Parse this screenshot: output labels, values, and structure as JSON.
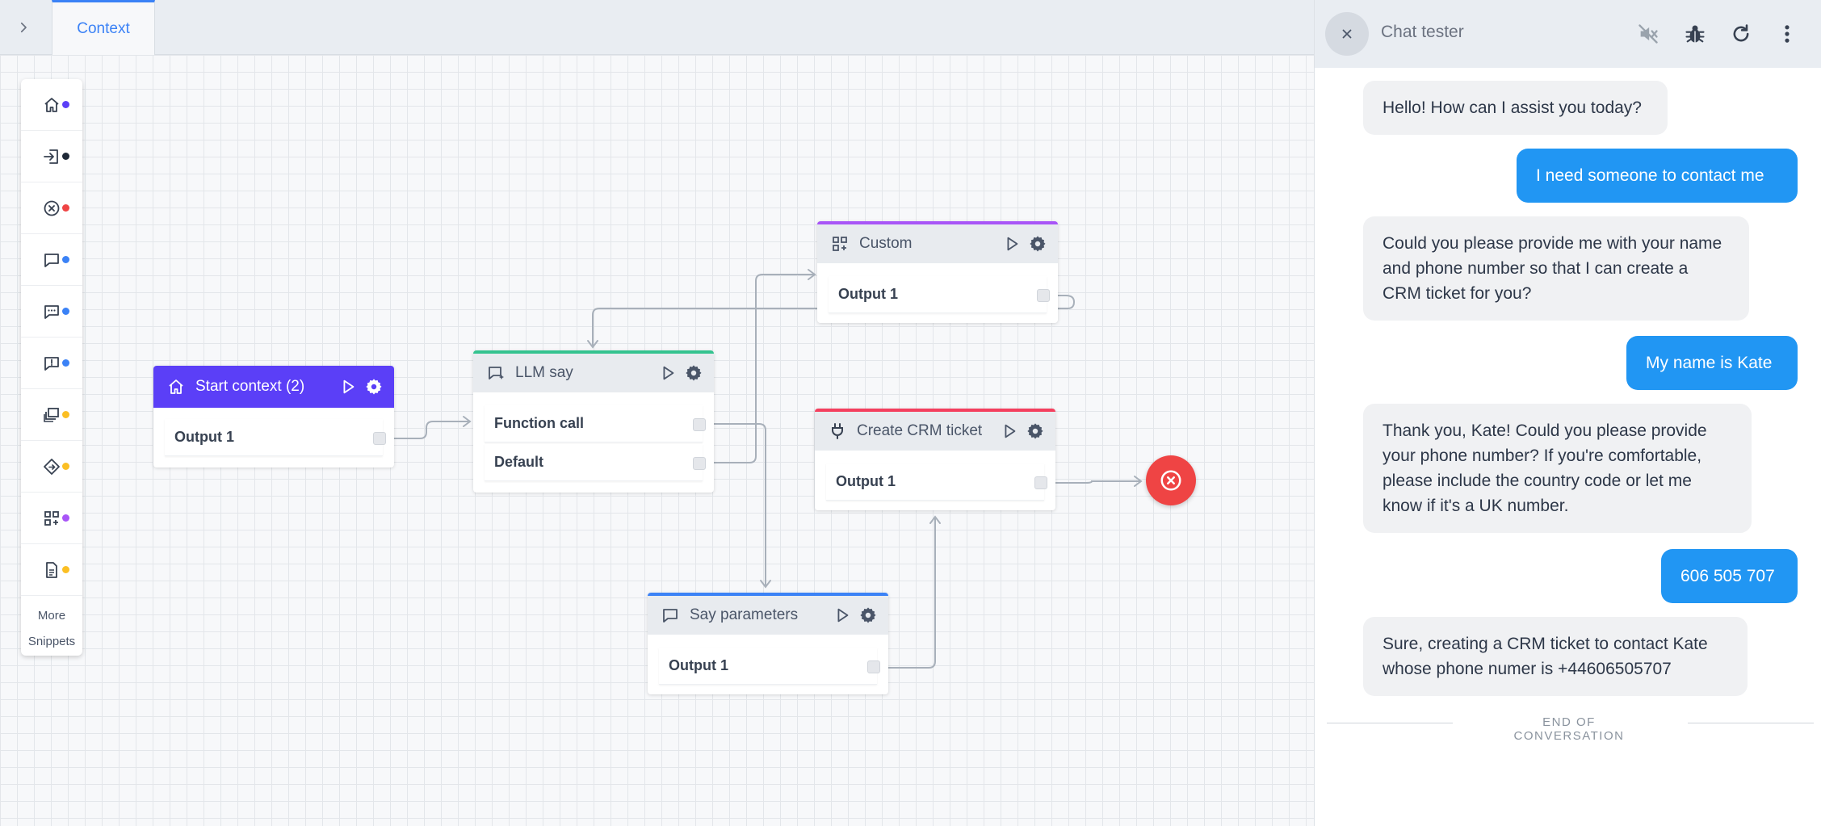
{
  "editor": {
    "tab_label": "Context",
    "palette_more": "More",
    "palette_snippets": "Snippets",
    "palette_items": [
      {
        "icon": "home-icon",
        "color": "#5b3ff7"
      },
      {
        "icon": "login-icon",
        "color": "#1f2937"
      },
      {
        "icon": "close-circle-icon",
        "color": "#ef4444"
      },
      {
        "icon": "chat-bubble-icon",
        "color": "#3b82f6"
      },
      {
        "icon": "chat-dots-icon",
        "color": "#3b82f6"
      },
      {
        "icon": "chat-alert-icon",
        "color": "#3b82f6"
      },
      {
        "icon": "library-icon",
        "color": "#fbbf24"
      },
      {
        "icon": "diamond-icon",
        "color": "#fbbf24"
      },
      {
        "icon": "grid-plus-icon",
        "color": "#a855f7"
      },
      {
        "icon": "document-icon",
        "color": "#fbbf24"
      }
    ]
  },
  "nodes": {
    "start": {
      "title": "Start context (2)",
      "output": "Output 1",
      "color": "#5b3ff7"
    },
    "llm_say": {
      "title": "LLM say",
      "output1": "Function call",
      "output2": "Default",
      "color": "#34c38f"
    },
    "custom": {
      "title": "Custom",
      "output": "Output 1",
      "color": "#a855f7"
    },
    "crm": {
      "title": "Create CRM ticket",
      "output": "Output 1",
      "color": "#f43f5e"
    },
    "say_params": {
      "title": "Say parameters",
      "output": "Output 1",
      "color": "#3b82f6"
    }
  },
  "chat": {
    "title": "Chat tester",
    "end_label": "END OF CONVERSATION",
    "messages": [
      {
        "role": "bot",
        "text": "Hello! How can I assist you today?"
      },
      {
        "role": "user",
        "text": "I need someone to contact me"
      },
      {
        "role": "bot",
        "text": "Could you please provide me with your name and phone number so that I can create a CRM ticket for you?"
      },
      {
        "role": "user",
        "text": "My name is Kate"
      },
      {
        "role": "bot",
        "text": "Thank you, Kate! Could you please provide your phone number? If you're comfortable, please include the country code or let me know if it's a UK number."
      },
      {
        "role": "user",
        "text": "606 505 707"
      },
      {
        "role": "bot",
        "text": "Sure, creating a CRM ticket to contact Kate whose phone numer is +44606505707"
      }
    ]
  }
}
